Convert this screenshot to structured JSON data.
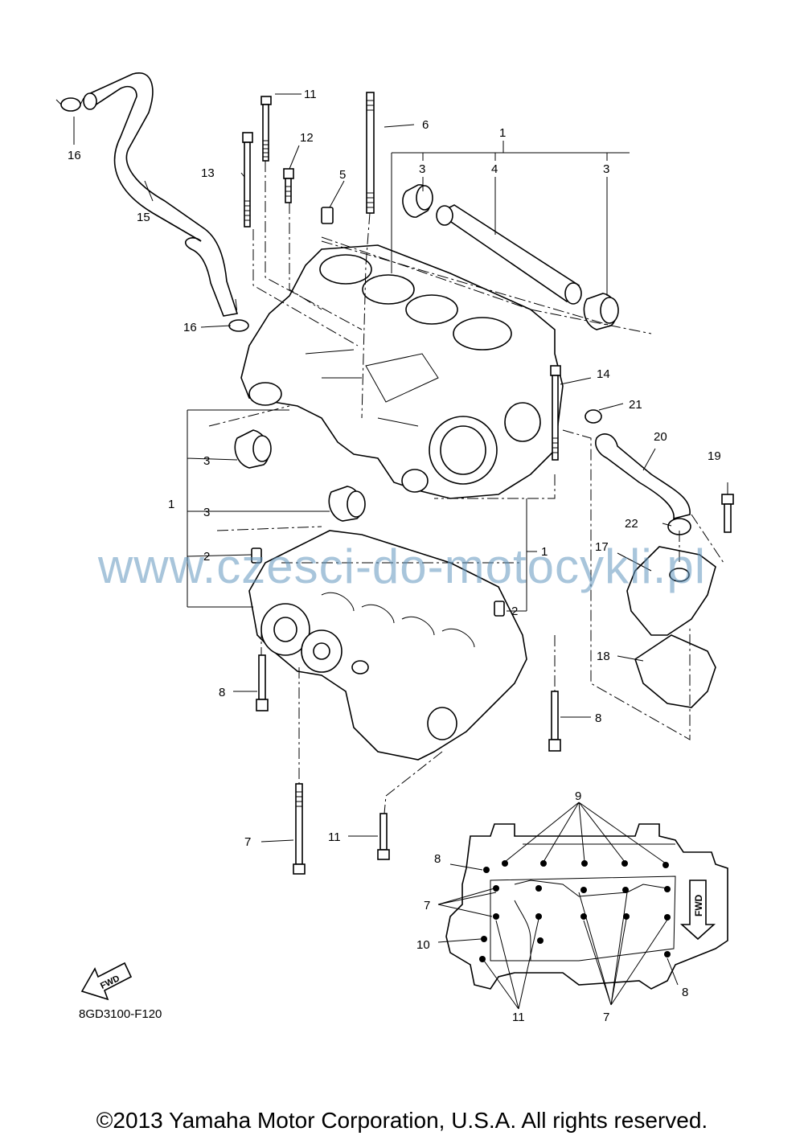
{
  "watermark": "www.czesci-do-motocykli.pl",
  "document_code": "8GD3100-F120",
  "copyright": "©2013 Yamaha Motor Corporation, U.S.A. All rights reserved.",
  "fwd_label": "FWD",
  "callouts": {
    "c1a": "1",
    "c1b": "1",
    "c1c": "1",
    "c2a": "2",
    "c2b": "2",
    "c3a": "3",
    "c3b": "3",
    "c3c": "3",
    "c3d": "3",
    "c4": "4",
    "c5": "5",
    "c6": "6",
    "c7a": "7",
    "c7b": "7",
    "c7c": "7",
    "c8a": "8",
    "c8b": "8",
    "c8c": "8",
    "c8d": "8",
    "c9": "9",
    "c10": "10",
    "c11a": "11",
    "c11b": "11",
    "c11c": "11",
    "c12": "12",
    "c13": "13",
    "c14": "14",
    "c15": "15",
    "c16a": "16",
    "c16b": "16",
    "c17": "17",
    "c18": "18",
    "c19": "19",
    "c20": "20",
    "c21": "21",
    "c22": "22"
  }
}
